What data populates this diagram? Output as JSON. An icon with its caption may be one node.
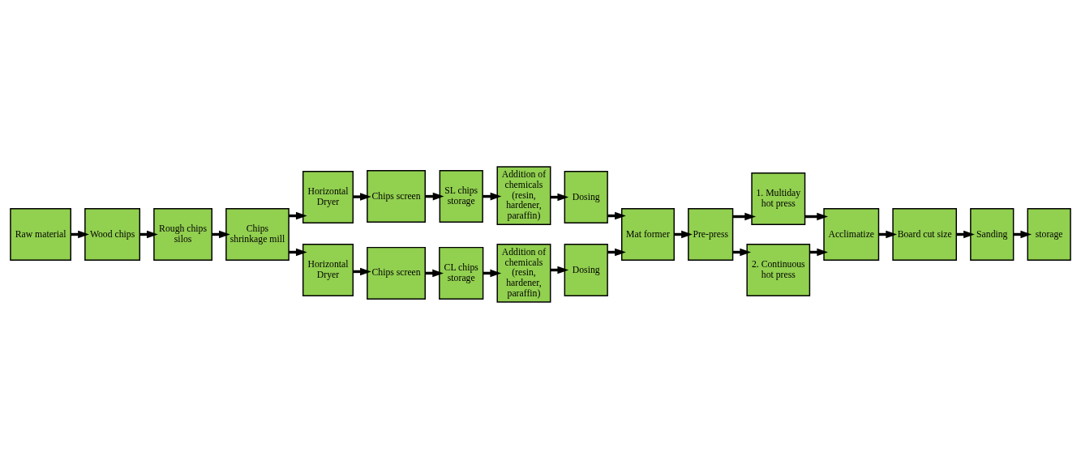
{
  "diagram": {
    "nodes": [
      {
        "text": [
          "Raw material"
        ]
      },
      {
        "text": [
          "Wood chips"
        ]
      },
      {
        "text": [
          "Rough chips silos"
        ]
      },
      {
        "text": [
          "Chips shrinkage mill"
        ]
      },
      {
        "text": [
          "Horizontal Dryer"
        ]
      },
      {
        "text": [
          "Chips screen"
        ]
      },
      {
        "text": [
          "SL chips storage"
        ]
      },
      {
        "text": [
          "Addition of chemicals (resin, hardener, paraffin)"
        ]
      },
      {
        "text": [
          "Dosing"
        ]
      },
      {
        "text": [
          "Horizontal Dryer"
        ]
      },
      {
        "text": [
          "Chips screen"
        ]
      },
      {
        "text": [
          "CL chips storage"
        ]
      },
      {
        "text": [
          "Addition of chemicals (resin, hardener, paraffin)"
        ]
      },
      {
        "text": [
          "Dosing"
        ]
      },
      {
        "text": [
          "Mat former"
        ]
      },
      {
        "text": [
          "Pre-press"
        ]
      },
      {
        "text": [
          "1. Multiday hot press"
        ]
      },
      {
        "text": [
          "2. Continuous hot press"
        ]
      },
      {
        "text": [
          "Acclimatize"
        ]
      },
      {
        "text": [
          "Board cut size"
        ]
      },
      {
        "text": [
          "Sanding"
        ]
      },
      {
        "text": [
          "storage"
        ]
      }
    ],
    "edges": [
      {
        "from": 0,
        "to": 1,
        "arrow": "to"
      },
      {
        "from": 1,
        "to": 2,
        "arrow": "to"
      },
      {
        "from": 2,
        "to": 3,
        "arrow": "to"
      },
      {
        "from": 3,
        "to": 4,
        "arrow": "to"
      },
      {
        "from": 3,
        "to": 9,
        "arrow": "to"
      },
      {
        "from": 4,
        "to": 5,
        "arrow": "to"
      },
      {
        "from": 5,
        "to": 6,
        "arrow": "to"
      },
      {
        "from": 6,
        "to": 7,
        "arrow": "to"
      },
      {
        "from": 7,
        "to": 8,
        "arrow": "to"
      },
      {
        "from": 8,
        "to": 14,
        "arrow": "to"
      },
      {
        "from": 9,
        "to": 10,
        "arrow": "to"
      },
      {
        "from": 10,
        "to": 11,
        "arrow": "to"
      },
      {
        "from": 11,
        "to": 12,
        "arrow": "to"
      },
      {
        "from": 12,
        "to": 13,
        "arrow": "to"
      },
      {
        "from": 13,
        "to": 14,
        "arrow": "to"
      },
      {
        "from": 14,
        "to": 15,
        "arrow": "to"
      },
      {
        "from": 15,
        "to": 16,
        "arrow": "to"
      },
      {
        "from": 15,
        "to": 17,
        "arrow": "to"
      },
      {
        "from": 16,
        "to": 18,
        "arrow": "to"
      },
      {
        "from": 17,
        "to": 18,
        "arrow": "to"
      },
      {
        "from": 18,
        "to": 19,
        "arrow": "to"
      },
      {
        "from": 19,
        "to": 20,
        "arrow": "to"
      },
      {
        "from": 20,
        "to": 21,
        "arrow": "to"
      }
    ]
  }
}
